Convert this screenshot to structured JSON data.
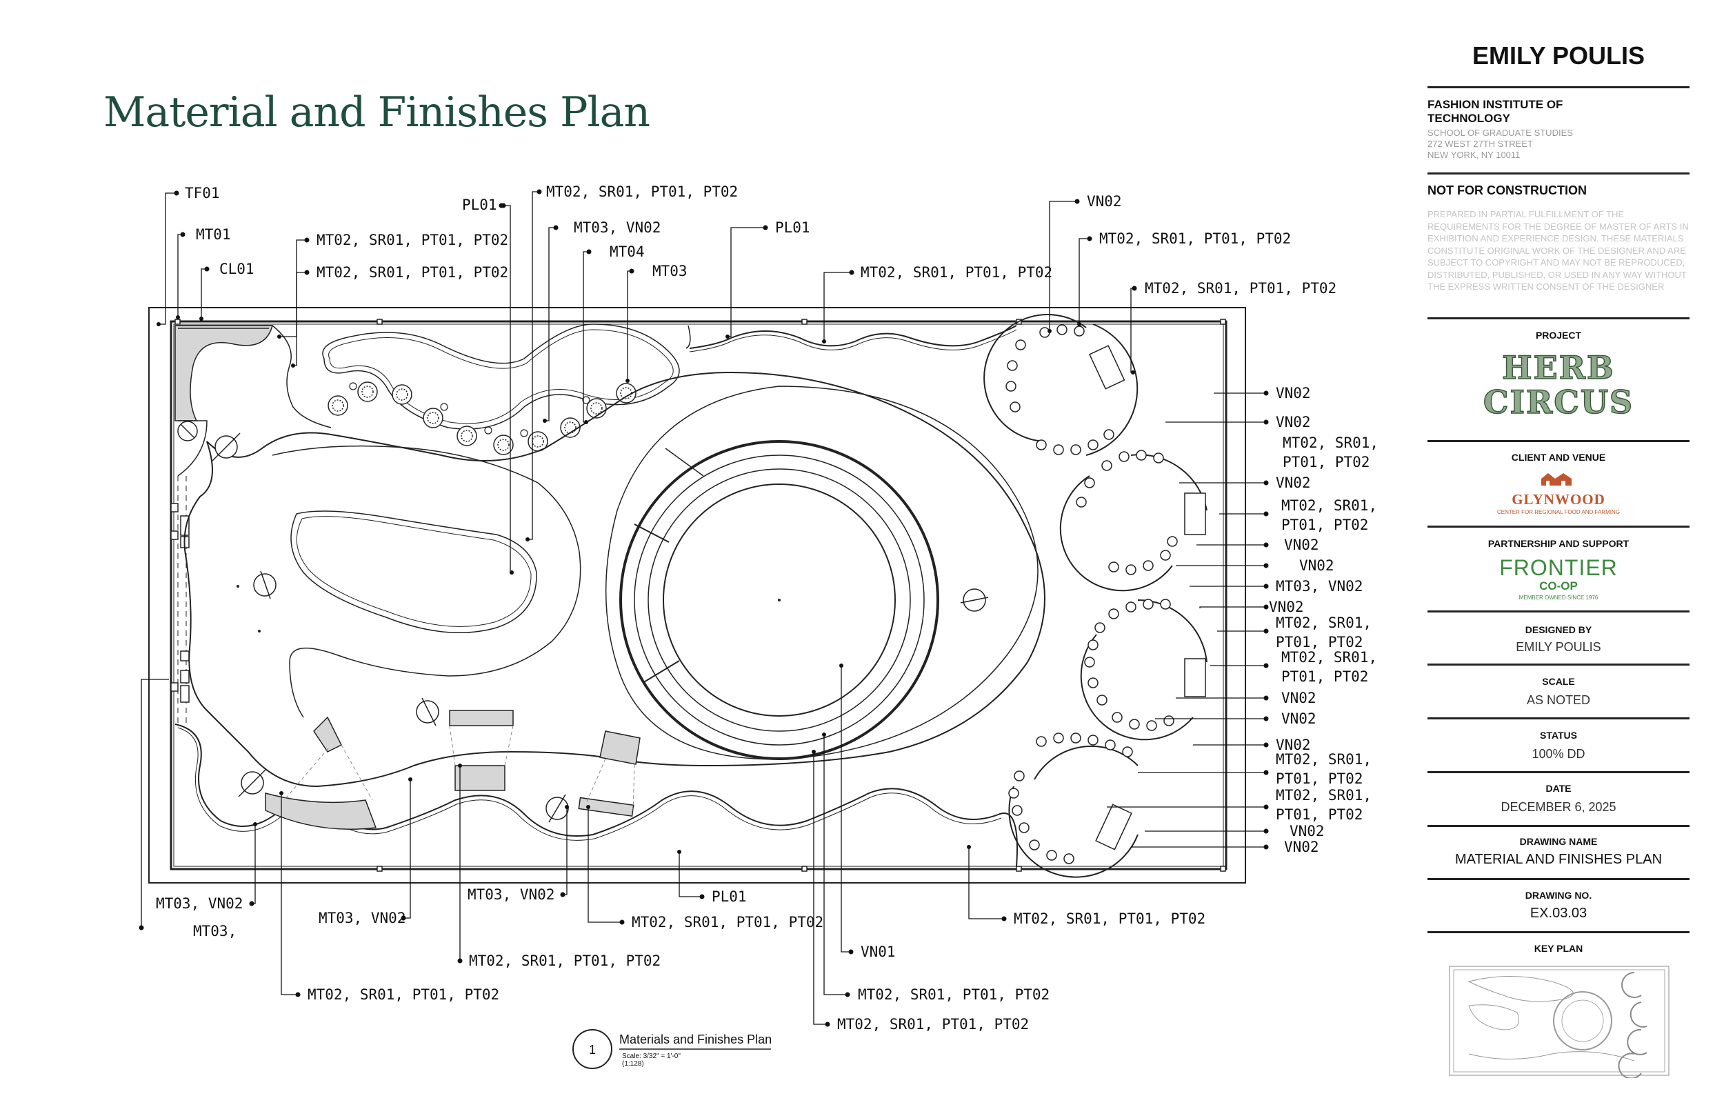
{
  "sheet": {
    "plan_title": "Material and Finishes Plan",
    "caption": {
      "number": "1",
      "title": "Materials and Finishes Plan",
      "scale": "Scale: 3/32\" = 1'-0\"",
      "ratio": "(1:128)"
    }
  },
  "title_block": {
    "designer_name": "EMILY POULIS",
    "institution": "FASHION INSTITUTE OF TECHNOLOGY",
    "institution_lines": [
      "SCHOOL OF GRADUATE STUDIES",
      "272 WEST 27TH STREET",
      "NEW YORK, NY 10011"
    ],
    "not_for_construction": "NOT FOR CONSTRUCTION",
    "prepared_text": "PREPARED IN PARTIAL FULFILLMENT OF THE REQUIREMENTS FOR THE DEGREE OF MASTER OF ARTS IN EXHIBITION AND EXPERIENCE DESIGN. THESE MATERIALS CONSTITUTE ORIGINAL WORK OF THE DESIGNER AND ARE SUBJECT TO COPYRIGHT AND MAY NOT BE REPRODUCED, DISTRIBUTED, PUBLISHED, OR USED IN ANY WAY WITHOUT THE EXPRESS WRITTEN CONSENT OF THE DESIGNER",
    "project_head": "PROJECT",
    "project_logo_lines": [
      "HERB",
      "CIRCUS"
    ],
    "client_head": "CLIENT AND VENUE",
    "client_logo": "GLYNWOOD",
    "client_logo_sub": "CENTER FOR REGIONAL FOOD AND FARMING",
    "partner_head": "PARTNERSHIP AND SUPPORT",
    "partner_logo": "FRONTIER",
    "partner_logo_2": "CO-OP",
    "partner_logo_sub": "MEMBER OWNED SINCE 1976",
    "designed_by_head": "DESIGNED BY",
    "designed_by": "EMILY POULIS",
    "scale_head": "SCALE",
    "scale": "AS NOTED",
    "status_head": "STATUS",
    "status": "100% DD",
    "date_head": "DATE",
    "date": "DECEMBER 6, 2025",
    "drawing_name_head": "DRAWING NAME",
    "drawing_name": "MATERIAL AND FINISHES PLAN",
    "drawing_no_head": "DRAWING NO.",
    "drawing_no": "EX.03.03",
    "key_plan_head": "KEY PLAN"
  },
  "callouts": {
    "left_top": [
      "TF01",
      "MT01",
      "CL01"
    ],
    "top": [
      "MT02, SR01, PT01, PT02",
      "MT02, SR01, PT01, PT02",
      "PL01",
      "MT02, SR01, PT01, PT02",
      "MT03, VN02",
      "MT04",
      "MT03",
      "PL01",
      "MT02, SR01, PT01, PT02",
      "VN02",
      "MT02, SR01, PT01, PT02",
      "MT02, SR01, PT01, PT02"
    ],
    "right": [
      "VN02",
      "VN02",
      "MT02, SR01,",
      "PT01, PT02",
      "VN02",
      "MT02, SR01,",
      "PT01, PT02",
      "VN02",
      "VN02",
      "MT03, VN02",
      "VN02",
      "MT02, SR01,",
      "PT01, PT02",
      "MT02, SR01,",
      "PT01, PT02",
      "VN02",
      "VN02",
      "VN02",
      "MT02, SR01,",
      "PT01, PT02",
      "MT02, SR01,",
      "PT01, PT02",
      "VN02",
      "VN02"
    ],
    "bottom": [
      "MT03, VN02",
      "MT03,",
      "MT03, VN02",
      "MT03, VN02",
      "PL01",
      "MT02, SR01, PT01, PT02",
      "MT02, SR01, PT01, PT02",
      "VN01",
      "MT02, SR01, PT01, PT02",
      "MT02, SR01, PT01, PT02",
      "MT02, SR01, PT01, PT02",
      "MT02, SR01, PT01, PT02"
    ]
  }
}
